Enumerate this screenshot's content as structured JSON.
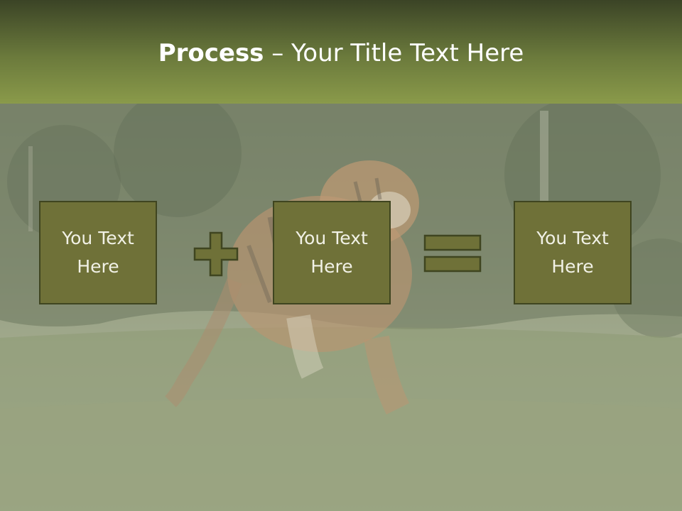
{
  "slide": {
    "title_bold": "Process",
    "title_rest": " – Your Title Text Here"
  },
  "process": {
    "steps": [
      {
        "line1": "You Text",
        "line2": "Here"
      },
      {
        "line1": "You Text",
        "line2": "Here"
      },
      {
        "line1": "You Text",
        "line2": "Here"
      }
    ],
    "operators": [
      "plus-icon",
      "equals-icon"
    ]
  },
  "colors": {
    "header_top": "#3b4426",
    "header_bottom": "#8a9a4a",
    "box_fill": "#6f7138",
    "box_border": "#3f4520",
    "text_light": "#f1f1e6"
  }
}
